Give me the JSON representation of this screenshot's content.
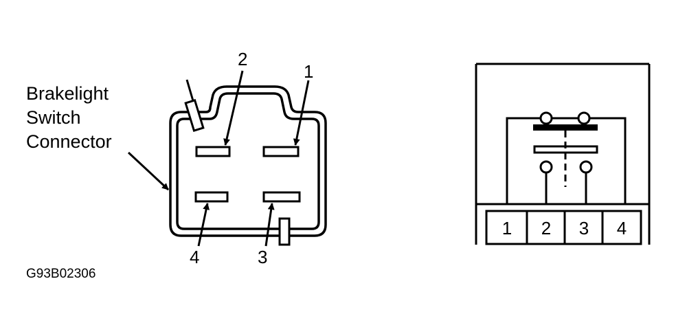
{
  "connector_label": [
    "Brakelight",
    "Switch",
    "Connector"
  ],
  "connector_pins": {
    "p1": "1",
    "p2": "2",
    "p3": "3",
    "p4": "4"
  },
  "terminal_block": [
    "1",
    "2",
    "3",
    "4"
  ],
  "figure_code": "G93B02306",
  "colors": {
    "ink": "#000000",
    "background": "#ffffff"
  }
}
